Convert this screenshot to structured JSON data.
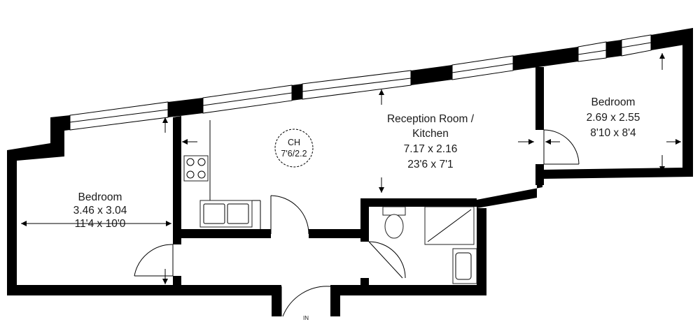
{
  "rooms": {
    "bedroom_left": {
      "name": "Bedroom",
      "metric": "3.46 x 3.04",
      "imperial": "11'4 x 10'0"
    },
    "reception": {
      "name_line1": "Reception Room /",
      "name_line2": "Kitchen",
      "metric": "7.17 x 2.16",
      "imperial": "23'6 x 7'1"
    },
    "bedroom_right": {
      "name": "Bedroom",
      "metric": "2.69 x 2.55",
      "imperial": "8'10 x 8'4"
    }
  },
  "ceiling_height": {
    "label": "CH",
    "value": "7'6/2.2"
  },
  "entrance_marker": "IN",
  "colors": {
    "wall": "#000000",
    "text": "#1a1a1a",
    "background": "#ffffff"
  }
}
